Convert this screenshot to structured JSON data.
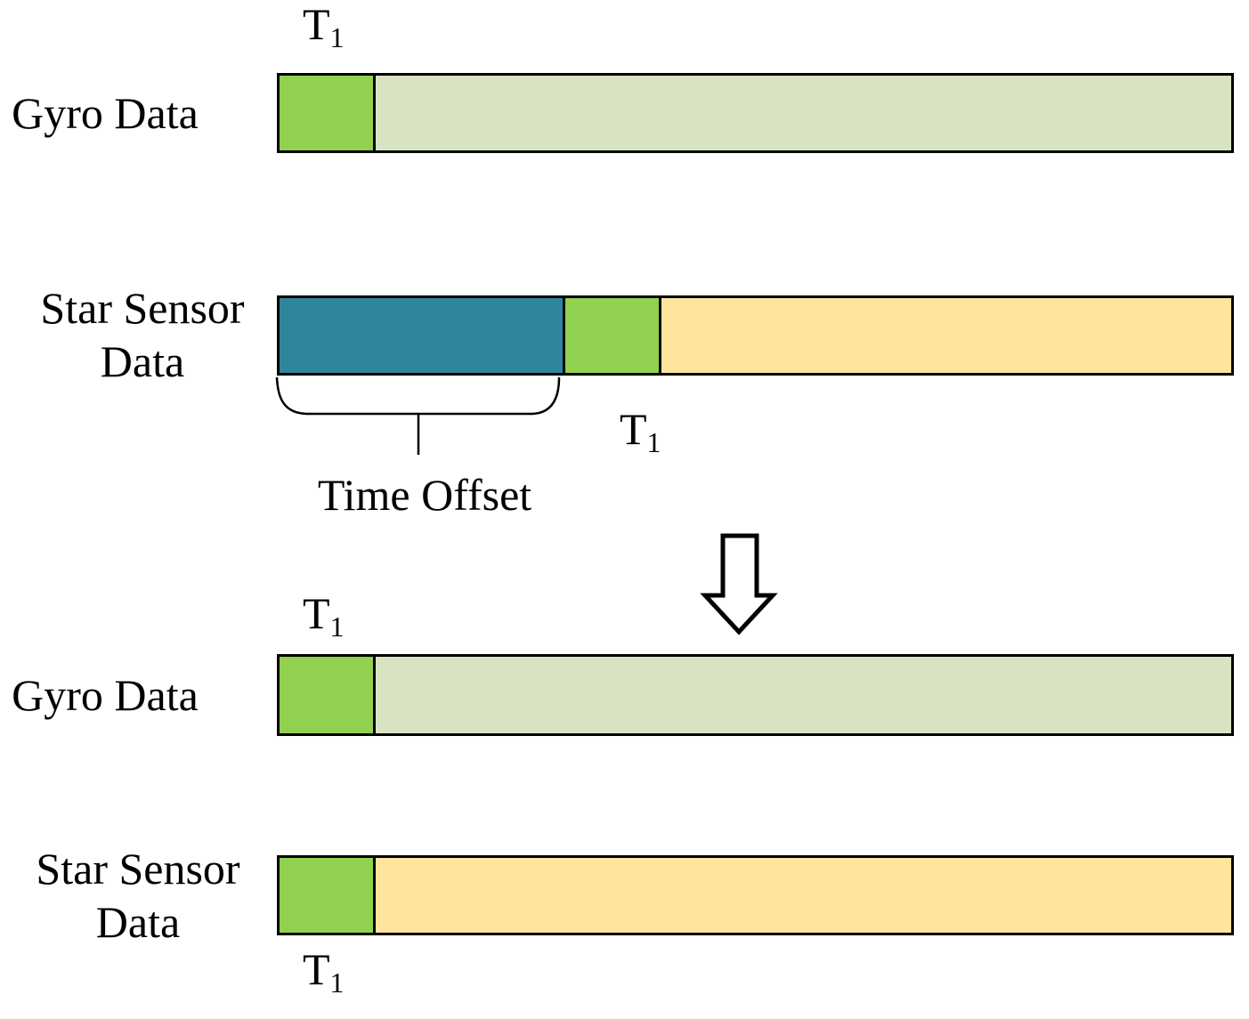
{
  "labels": {
    "gyro_data": "Gyro Data",
    "star_sensor_line1": "Star Sensor",
    "star_sensor_line2": "Data",
    "time_offset": "Time Offset",
    "t_base": "T",
    "t_sub": "1"
  },
  "colors": {
    "t1_sample_green": "#92D04F",
    "gyro_stream_pale_green": "#D7E3C3",
    "star_stream_yellow": "#FEE49C",
    "time_offset_teal": "#2F859B",
    "outline": "#000000"
  },
  "structure": {
    "before": {
      "gyro_row": {
        "label": "Gyro Data",
        "segments": [
          "t1_sample_green",
          "gyro_stream_pale_green"
        ],
        "t1_marker_position": "above-bar-start"
      },
      "star_row": {
        "label": "Star Sensor Data",
        "segments": [
          "time_offset_teal",
          "t1_sample_green",
          "star_stream_yellow"
        ],
        "t1_marker_position": "below-bar-after-offset",
        "annotation": "Time Offset"
      }
    },
    "transform_symbol": "downward-block-arrow",
    "after": {
      "gyro_row": {
        "label": "Gyro Data",
        "segments": [
          "t1_sample_green",
          "gyro_stream_pale_green"
        ],
        "t1_marker_position": "above-bar-start"
      },
      "star_row": {
        "label": "Star Sensor Data",
        "segments": [
          "t1_sample_green",
          "star_stream_yellow"
        ],
        "t1_marker_position": "below-bar-start"
      }
    }
  }
}
